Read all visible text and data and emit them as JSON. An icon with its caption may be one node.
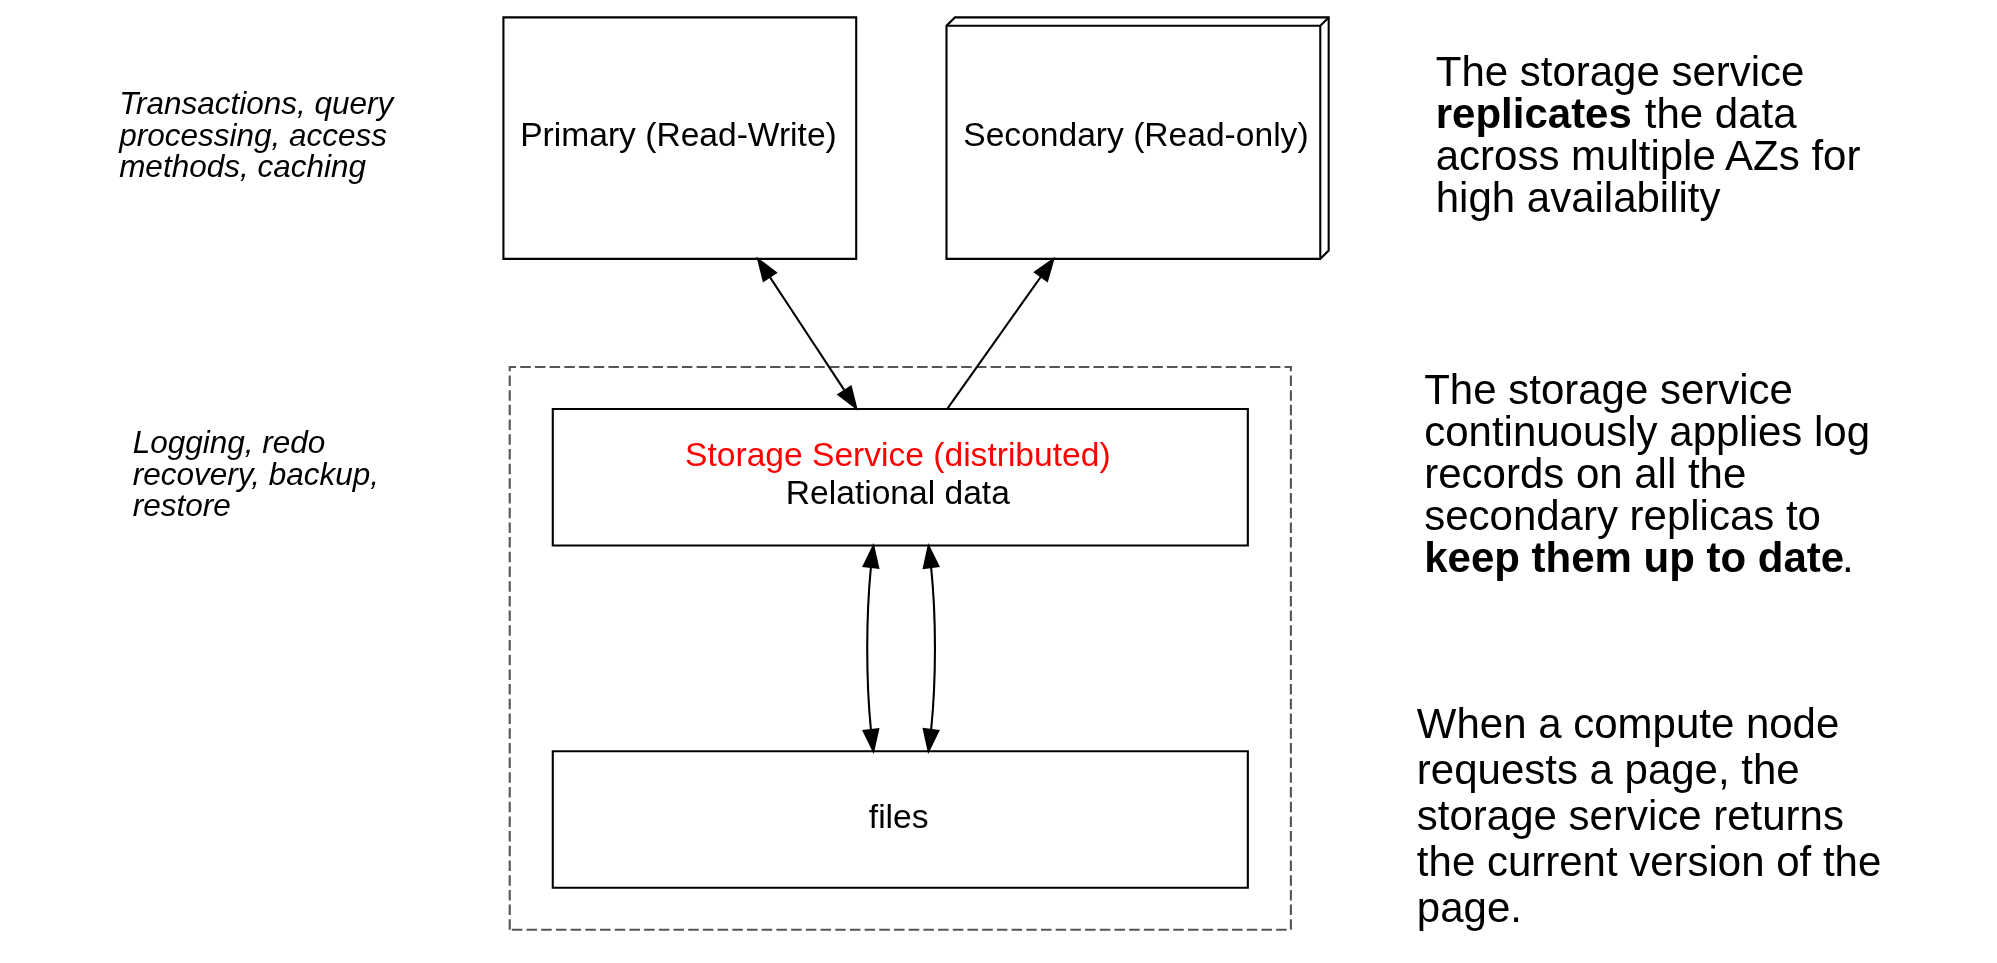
{
  "diagram": {
    "nodes": [
      {
        "text": [
          "Primary (Read-Write)"
        ]
      },
      {
        "text": [
          "Secondary (Read-only)"
        ]
      },
      {
        "text": [],
        "shape": "box"
      },
      {
        "text": [
          "Storage Service (distributed)",
          "Relational data"
        ],
        "in": 2
      },
      {
        "text": [
          "files"
        ],
        "in": 2
      }
    ],
    "edges": [
      {
        "from": 0,
        "to": 3,
        "arrow": "both"
      },
      {
        "from": 3,
        "to": 1,
        "arrow": "to"
      },
      {
        "from": 3,
        "to": 4,
        "arrow": "both"
      },
      {
        "from": 3,
        "to": 4,
        "arrow": "both"
      }
    ],
    "labels": [
      "Transactions, query processing, access methods, caching",
      "Logging, redo recovery, backup, restore",
      "The storage service **replicates** the data across multiple AZs for high availability",
      "The storage service continuously applies log records on all the secondary replicas to **keep them up to date**.",
      "When a compute node requests a page, the storage service returns the current version of the page."
    ]
  }
}
